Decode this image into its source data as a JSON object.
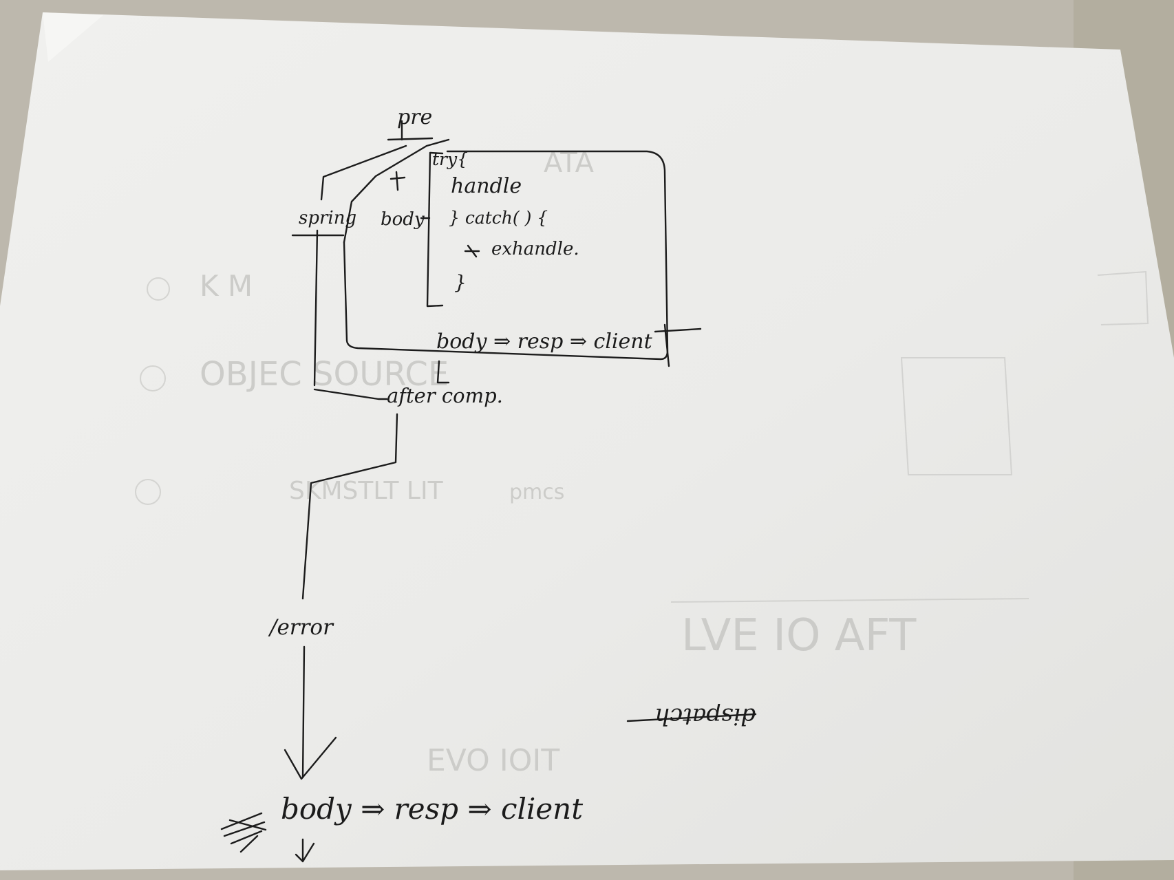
{
  "diagram": {
    "nodes": {
      "pre": "pre",
      "spring": "spring",
      "body": "body",
      "try_open": "try{",
      "handle": "handle",
      "catch_open": "} catch( ) {",
      "exhandle": "exhandle.",
      "close_brace": "}",
      "flow_top": "body ⇒ resp ⇒ client",
      "after": "after comp.",
      "error": "/error",
      "flow_bottom": "body ⇒ resp ⇒ client"
    },
    "struck_text": "dispatch",
    "colors": {
      "paper": "#ececea",
      "ink": "#1c1c1c",
      "background": "#b9b4a9"
    }
  }
}
